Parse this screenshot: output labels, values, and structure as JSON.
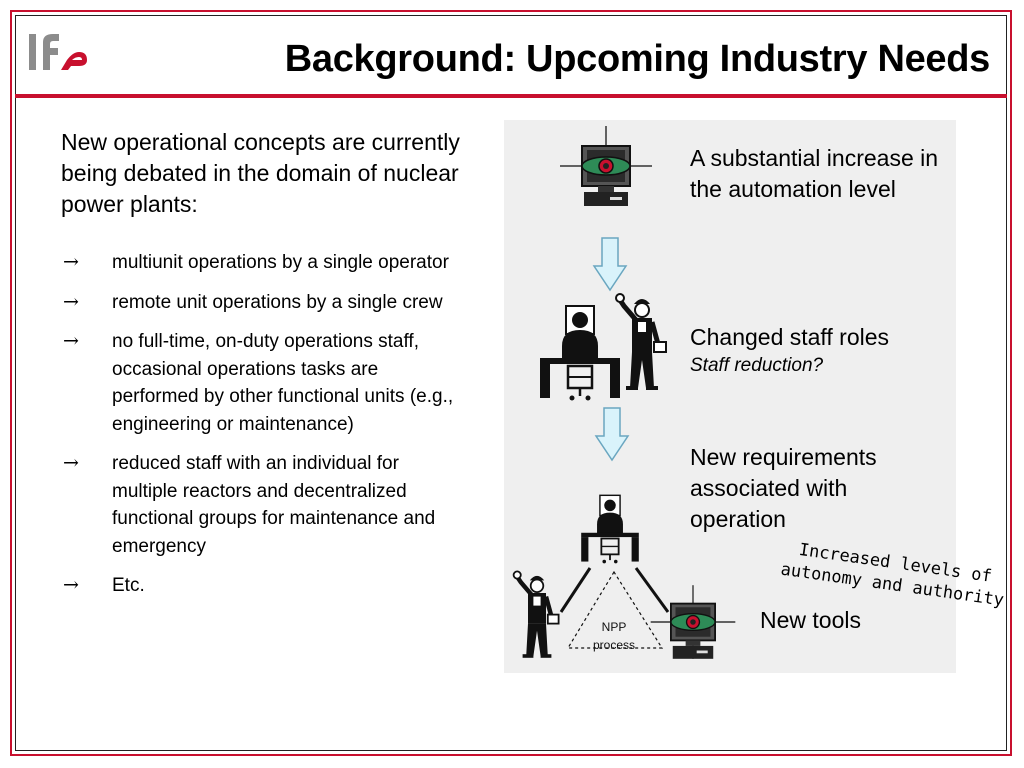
{
  "header": {
    "logo_text": "IFE",
    "title": "Background: Upcoming Industry Needs"
  },
  "intro": "New operational concepts are currently being debated in the domain of nuclear power plants:",
  "bullets": [
    "multiunit operations by a single operator",
    "remote unit operations by a single crew",
    "no full-time, on-duty operations staff, occasional operations tasks are performed by other functional units (e.g., engineering or maintenance)",
    "reduced staff with an individual for multiple reactors and decentralized functional groups for maintenance and emergency",
    "Etc."
  ],
  "bullet_symbol": "→",
  "diagram": {
    "automation_label": "A substantial increase in the automation level",
    "staff_label": "Changed staff roles",
    "staff_sublabel": "Staff reduction?",
    "requirements_label": "New requirements associated with operation",
    "tools_label": "New tools",
    "npp_label_line1": "NPP",
    "npp_label_line2": "process",
    "handwritten_note": "Increased levels of autonomy and authority"
  },
  "colors": {
    "brand_red": "#c8102e",
    "arrow_fill": "#d9f3fb",
    "arrow_stroke": "#6aa6c0",
    "panel_bg": "#efefef"
  },
  "icons": [
    "monitor-eye-icon",
    "down-arrow-icon",
    "operator-at-desk-icon",
    "worker-icon"
  ]
}
